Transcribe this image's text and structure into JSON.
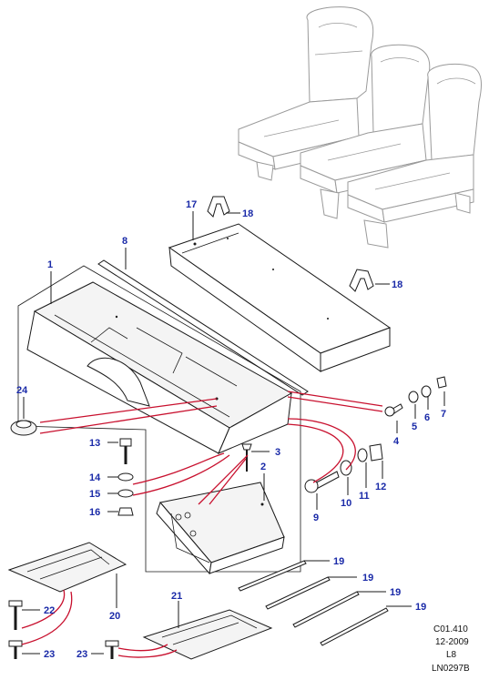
{
  "diagram": {
    "callouts": [
      {
        "id": "c1",
        "label": "1"
      },
      {
        "id": "c2",
        "label": "2"
      },
      {
        "id": "c3",
        "label": "3"
      },
      {
        "id": "c4",
        "label": "4"
      },
      {
        "id": "c5",
        "label": "5"
      },
      {
        "id": "c6",
        "label": "6"
      },
      {
        "id": "c7",
        "label": "7"
      },
      {
        "id": "c8",
        "label": "8"
      },
      {
        "id": "c9",
        "label": "9"
      },
      {
        "id": "c10",
        "label": "10"
      },
      {
        "id": "c11",
        "label": "11"
      },
      {
        "id": "c12",
        "label": "12"
      },
      {
        "id": "c13",
        "label": "13"
      },
      {
        "id": "c14",
        "label": "14"
      },
      {
        "id": "c15",
        "label": "15"
      },
      {
        "id": "c16",
        "label": "16"
      },
      {
        "id": "c17",
        "label": "17"
      },
      {
        "id": "c18a",
        "label": "18"
      },
      {
        "id": "c18b",
        "label": "18"
      },
      {
        "id": "c19a",
        "label": "19"
      },
      {
        "id": "c19b",
        "label": "19"
      },
      {
        "id": "c19c",
        "label": "19"
      },
      {
        "id": "c19d",
        "label": "19"
      },
      {
        "id": "c20",
        "label": "20"
      },
      {
        "id": "c21",
        "label": "21"
      },
      {
        "id": "c22",
        "label": "22"
      },
      {
        "id": "c23a",
        "label": "23"
      },
      {
        "id": "c23b",
        "label": "23"
      },
      {
        "id": "c24",
        "label": "24"
      }
    ],
    "reference": {
      "line1": "C01.410",
      "line2": "12-2009",
      "line3": "L8",
      "line4": "LN0297B"
    },
    "colors": {
      "callout": "#1a2aa8",
      "connector": "#c8102e",
      "linework": "#1a1a1a",
      "seat_linework": "#9a9a9a"
    }
  }
}
